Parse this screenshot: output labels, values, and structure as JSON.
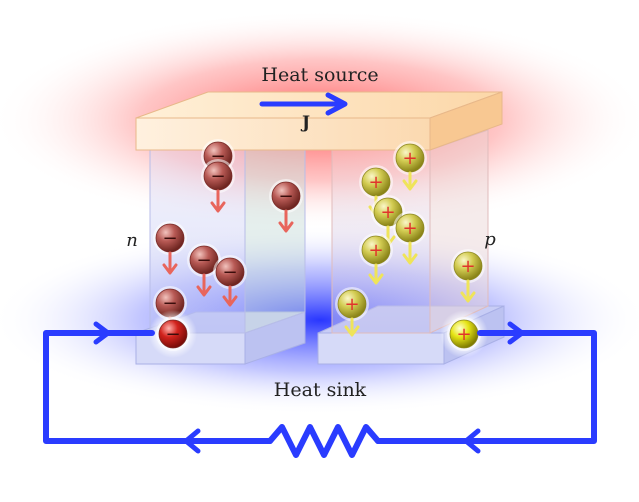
{
  "labels": {
    "heat_source": "Heat source",
    "heat_sink": "Heat sink",
    "current": "J",
    "n_leg": "n",
    "p_leg": "p"
  },
  "carriers": {
    "electron_sign": "−",
    "hole_sign": "+"
  },
  "colors": {
    "hot_glow": "#ff3b3b",
    "cold_glow": "#2a3cff",
    "circuit": "#2a3cff",
    "electron": "#b5423f",
    "hole": "#e7e14a",
    "plate": "#fcd7a8"
  }
}
